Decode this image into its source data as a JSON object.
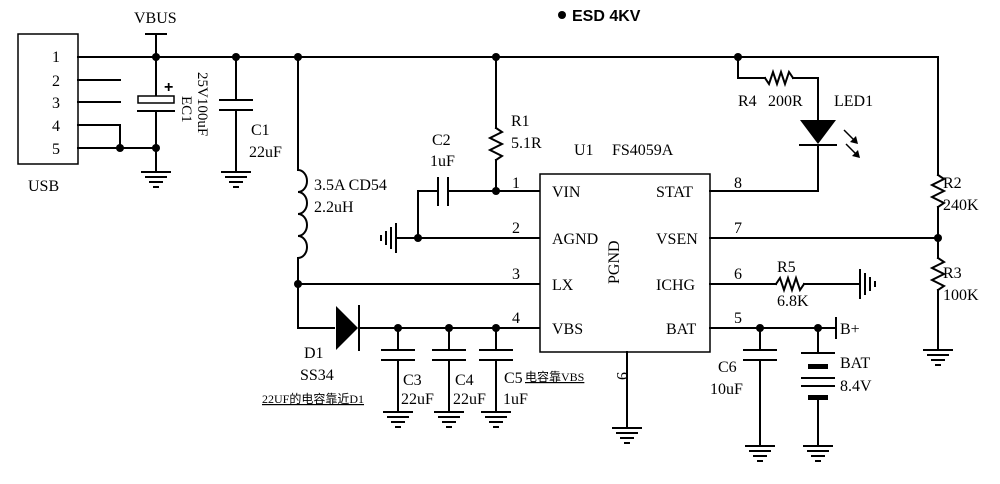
{
  "header": {
    "note": "ESD 4KV"
  },
  "usb": {
    "label": "USB",
    "pins": [
      "1",
      "2",
      "3",
      "4",
      "5"
    ],
    "vbus_label": "VBUS"
  },
  "ec1": {
    "ref": "EC1",
    "value": "25V100uF",
    "polarity": "+"
  },
  "c1": {
    "ref": "C1",
    "value": "22uF"
  },
  "inductor": {
    "line1": "3.5A CD54",
    "line2": "2.2uH"
  },
  "c2": {
    "ref": "C2",
    "value": "1uF"
  },
  "r1": {
    "ref": "R1",
    "value": "5.1R"
  },
  "ic": {
    "ref": "U1",
    "part": "FS4059A",
    "left_pins": [
      {
        "num": "1",
        "name": "VIN"
      },
      {
        "num": "2",
        "name": "AGND"
      },
      {
        "num": "3",
        "name": "LX"
      },
      {
        "num": "4",
        "name": "VBS"
      }
    ],
    "right_pins": [
      {
        "num": "8",
        "name": "STAT"
      },
      {
        "num": "7",
        "name": "VSEN"
      },
      {
        "num": "6",
        "name": "ICHG"
      },
      {
        "num": "5",
        "name": "BAT"
      }
    ],
    "bottom_pin": {
      "num": "9",
      "name": "PGND"
    }
  },
  "r4": {
    "ref": "R4",
    "value": "200R"
  },
  "led": {
    "ref": "LED1"
  },
  "r2": {
    "ref": "R2",
    "value": "240K"
  },
  "r3": {
    "ref": "R3",
    "value": "100K"
  },
  "r5": {
    "ref": "R5",
    "value": "6.8K"
  },
  "d1": {
    "ref": "D1",
    "value": "SS34"
  },
  "c3": {
    "ref": "C3",
    "value": "22uF"
  },
  "c4": {
    "ref": "C4",
    "value": "22uF"
  },
  "c5": {
    "ref": "C5",
    "value": "1uF"
  },
  "c6": {
    "ref": "C6",
    "value": "10uF"
  },
  "bat": {
    "net": "B+",
    "ref": "BAT",
    "value": "8.4V"
  },
  "notes": {
    "near_d1": "22UF的电容靠近D1",
    "near_vbs": "电容靠VBS"
  }
}
